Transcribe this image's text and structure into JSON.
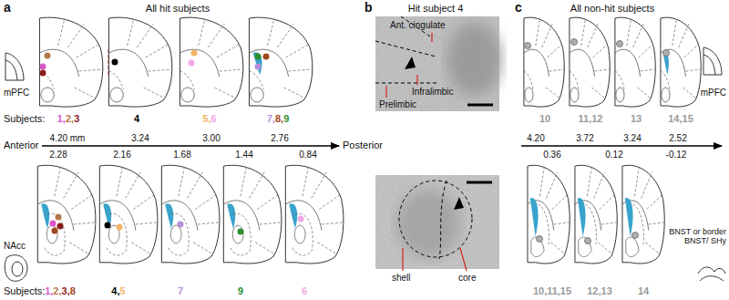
{
  "diagram": {
    "labels": [
      "a",
      "All hit subjects",
      "mPFC",
      "Subjects:",
      "1,",
      "2,",
      "3",
      "4",
      "5,",
      "6",
      "7,",
      "8,",
      "9",
      "Anterior",
      "4.20 mm",
      "3.24",
      "3.00",
      "2.76",
      "2.28",
      "2.16",
      "1.68",
      "1.44",
      "0.84",
      "Posterior",
      "NAcc",
      "Subjects:",
      "1,",
      "2,",
      "3,",
      "8",
      "4,",
      "5",
      "7",
      "9",
      "6",
      "b",
      "Hit subject 4",
      "Ant. cingulate",
      "Prelimbic",
      "Infralimbic",
      "shell",
      "core",
      "c",
      "All non-hit subjects",
      "10",
      "11,12",
      "13",
      "14,15",
      "mPFC",
      "4.20",
      "3.72",
      "3.24",
      "2.52",
      "0.36",
      "0.12",
      "-0.12",
      "BNST or border BNST/ SHy",
      "10,11,15",
      "12,13",
      "14"
    ]
  }
}
